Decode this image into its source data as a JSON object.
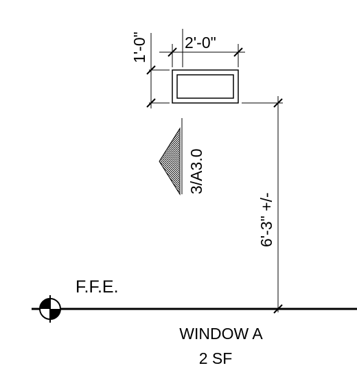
{
  "drawing": {
    "ffe_label": "F.F.E.",
    "window_name": "WINDOW A",
    "window_area": "2 SF",
    "dim_width": "2'-0\"",
    "dim_height": "1'-0\"",
    "dim_sill_height": "6'-3\" +/-",
    "section_ref": "3/A3.0"
  }
}
